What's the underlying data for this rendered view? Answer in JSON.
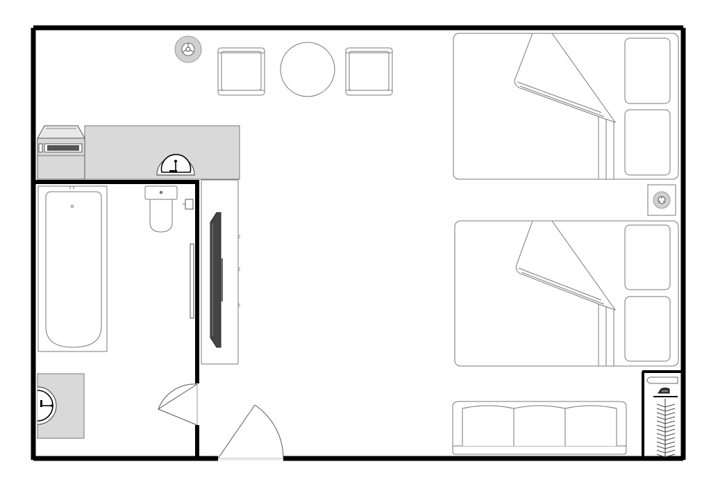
{
  "plan": {
    "kind": "hotel-room-floor-plan",
    "colors": {
      "wall": "#000000",
      "fixture_line": "#7f7f7f",
      "counter_fill": "#d9d9d9",
      "furniture_fill": "#ffffff",
      "appliance_dark": "#3a3a3a"
    },
    "rooms": [
      "bedroom",
      "bathroom",
      "closet"
    ],
    "furniture": [
      "smoke-detector",
      "armchair",
      "round-table",
      "armchair",
      "double-bed",
      "double-bed",
      "nightstand-lamp",
      "vanity-counter",
      "vanity-sink",
      "microwave",
      "bathtub",
      "toilet",
      "toilet-paper-holder",
      "towel-bar",
      "tv-dresser",
      "wall-tv",
      "bathroom-sink",
      "bathroom-door",
      "entry-door",
      "sofa",
      "ironing-board",
      "iron",
      "wardrobe-hangers"
    ]
  }
}
